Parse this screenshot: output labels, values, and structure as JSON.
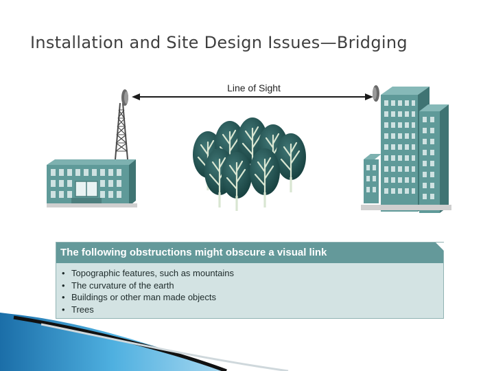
{
  "slide": {
    "title": "Installation and Site Design Issues—Bridging"
  },
  "diagram": {
    "line_label": "Line of Sight",
    "colors": {
      "building": "#5f9a99",
      "building_dark": "#487f7e",
      "window": "#cfe2e2",
      "tree_canopy": "#1f4f4e",
      "tree_trunk": "#d9e6d2",
      "tower": "#4a4a4a"
    }
  },
  "obstructions": {
    "heading": "The following obstructions might obscure a visual link",
    "items": [
      "Topographic features, such as mountains",
      "The curvature of the earth",
      "Buildings or other man made objects",
      "Trees"
    ]
  },
  "theme": {
    "header_bg": "#64999a",
    "body_bg": "#d3e3e3",
    "swoosh_blue": "#2f8fc7"
  }
}
